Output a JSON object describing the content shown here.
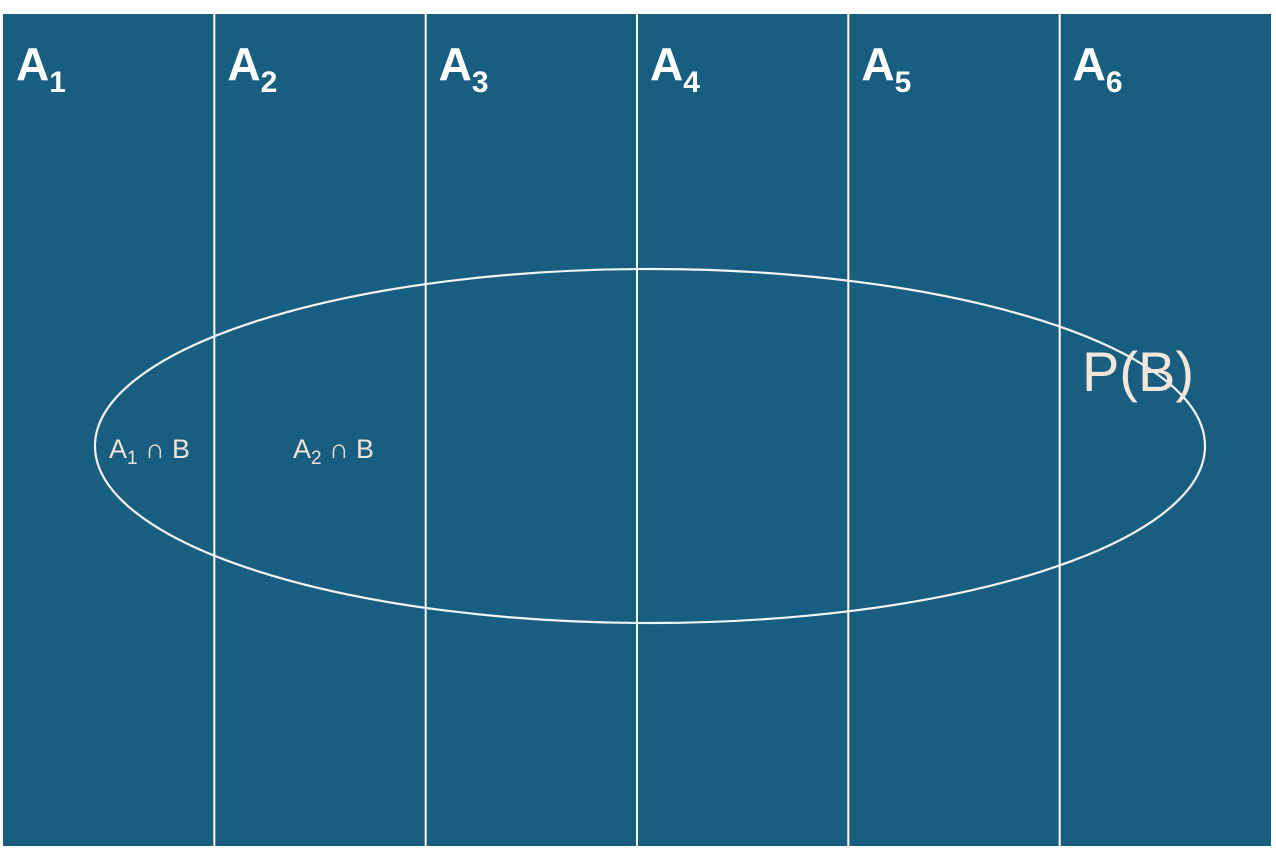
{
  "colors": {
    "background": "#175e80",
    "divider": "#ffffff",
    "ellipse": "#f3f3f3",
    "partition_label": "#ffffff",
    "intersect_label": "#f2e2d9",
    "event_label": "#f5e6dc"
  },
  "partitions": [
    {
      "letter": "A",
      "index": "1"
    },
    {
      "letter": "A",
      "index": "2"
    },
    {
      "letter": "A",
      "index": "3"
    },
    {
      "letter": "A",
      "index": "4"
    },
    {
      "letter": "A",
      "index": "5"
    },
    {
      "letter": "A",
      "index": "6"
    }
  ],
  "intersections": [
    {
      "letter": "A",
      "index": "1",
      "rest": " ∩ B"
    },
    {
      "letter": "A",
      "index": "2",
      "rest": " ∩ B"
    }
  ],
  "event_label": "P(B)"
}
